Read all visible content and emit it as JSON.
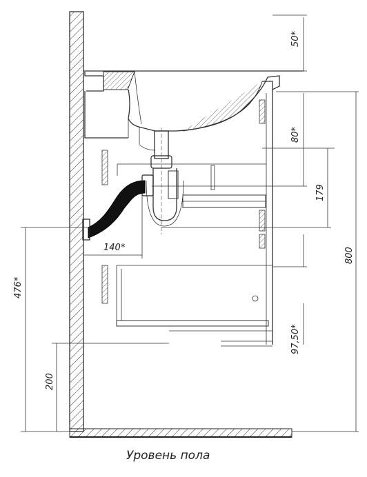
{
  "caption": "Уровень пола",
  "dimensions": {
    "d50": "50*",
    "d80": "80*",
    "d179": "179",
    "d800": "800",
    "d476": "476*",
    "d140": "140*",
    "d200": "200",
    "d97_50": "97,50*"
  }
}
